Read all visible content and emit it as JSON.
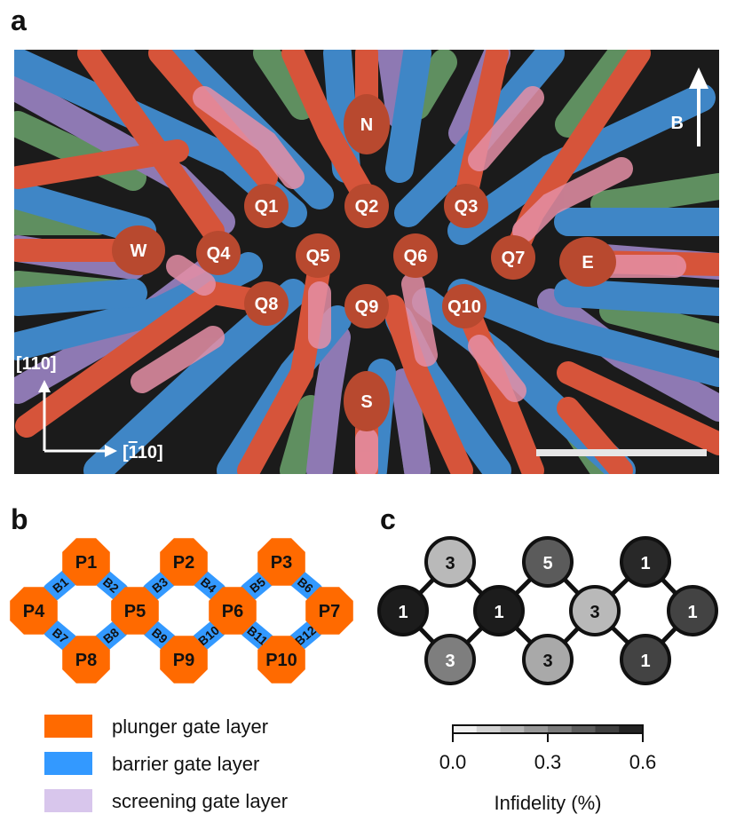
{
  "panels": {
    "a": "a",
    "b": "b",
    "c": "c"
  },
  "panel_a": {
    "dots": [
      "N",
      "Q1",
      "Q2",
      "Q3",
      "W",
      "Q4",
      "Q5",
      "Q6",
      "Q7",
      "E",
      "Q8",
      "Q9",
      "Q10",
      "S"
    ],
    "axis_110": "[110]",
    "axis_m110": "[̄110]",
    "axis_m110_bar": "1",
    "b_field": "B",
    "colors": {
      "plunger": "#d6543a",
      "barrier": "#3f86c6",
      "screening": "#8e79b3",
      "extra": "#5f8f60",
      "bg": "#1b1b1b"
    }
  },
  "panel_b": {
    "plungers": [
      "P1",
      "P2",
      "P3",
      "P4",
      "P5",
      "P6",
      "P7",
      "P8",
      "P9",
      "P10"
    ],
    "barriers": [
      "B1",
      "B2",
      "B3",
      "B4",
      "B5",
      "B6",
      "B7",
      "B8",
      "B9",
      "B10",
      "B11",
      "B12"
    ],
    "legend": [
      {
        "label": "plunger gate layer",
        "color": "#ff6a00"
      },
      {
        "label": "barrier gate layer",
        "color": "#3399ff"
      },
      {
        "label": "screening gate layer",
        "color": "#d8c6ec"
      }
    ]
  },
  "panel_c": {
    "nodes": [
      {
        "value": "3",
        "infidelity": 0.18
      },
      {
        "value": "5",
        "infidelity": 0.42
      },
      {
        "value": "1",
        "infidelity": 0.55
      },
      {
        "value": "1",
        "infidelity": 0.58
      },
      {
        "value": "1",
        "infidelity": 0.58
      },
      {
        "value": "3",
        "infidelity": 0.18
      },
      {
        "value": "1",
        "infidelity": 0.48
      },
      {
        "value": "3",
        "infidelity": 0.33
      },
      {
        "value": "3",
        "infidelity": 0.22
      },
      {
        "value": "1",
        "infidelity": 0.48
      }
    ],
    "colorbar": {
      "ticks": [
        "0.0",
        "0.3",
        "0.6"
      ],
      "label": "Infidelity (%)",
      "min": 0,
      "max": 0.6,
      "levels": 8
    }
  }
}
